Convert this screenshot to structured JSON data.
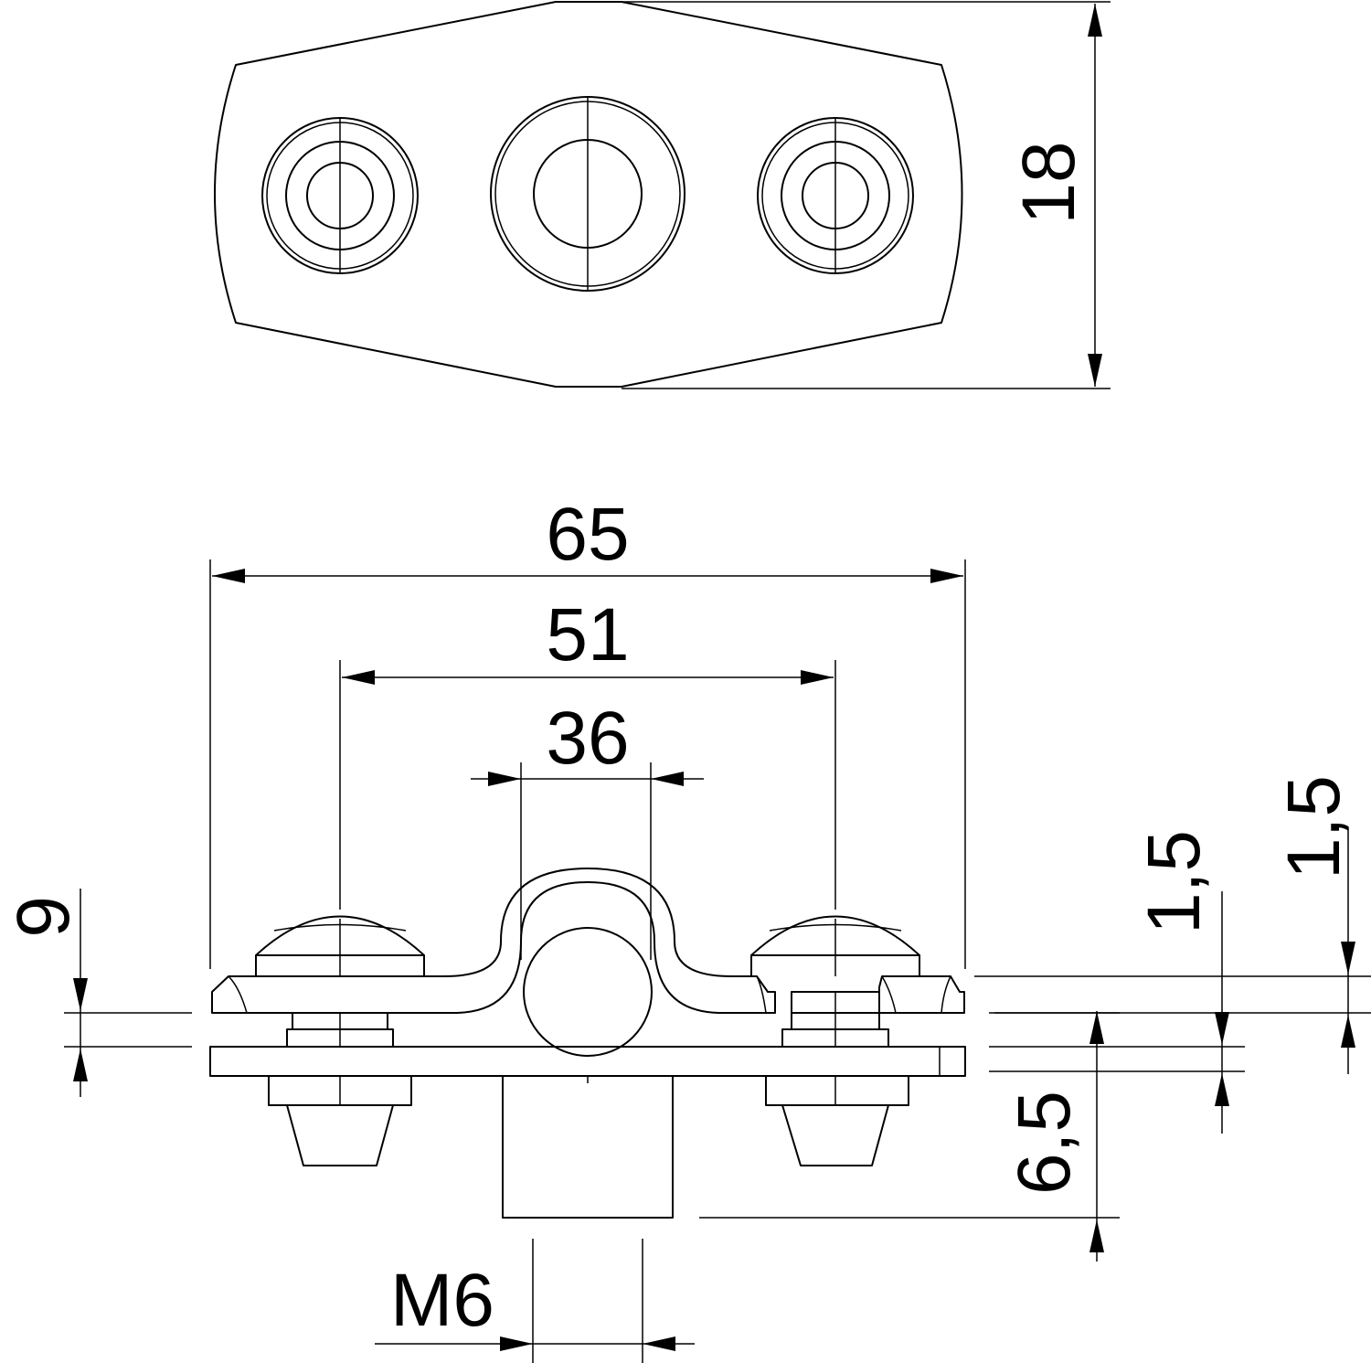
{
  "dimensions": {
    "height_top_view": "18",
    "overall_width": "65",
    "screw_spacing": "51",
    "pipe_diameter": "36",
    "height_left": "9",
    "upper_thickness": "1,5",
    "lower_thickness": "1,5",
    "nut_height": "6,5",
    "thread": "M6"
  }
}
